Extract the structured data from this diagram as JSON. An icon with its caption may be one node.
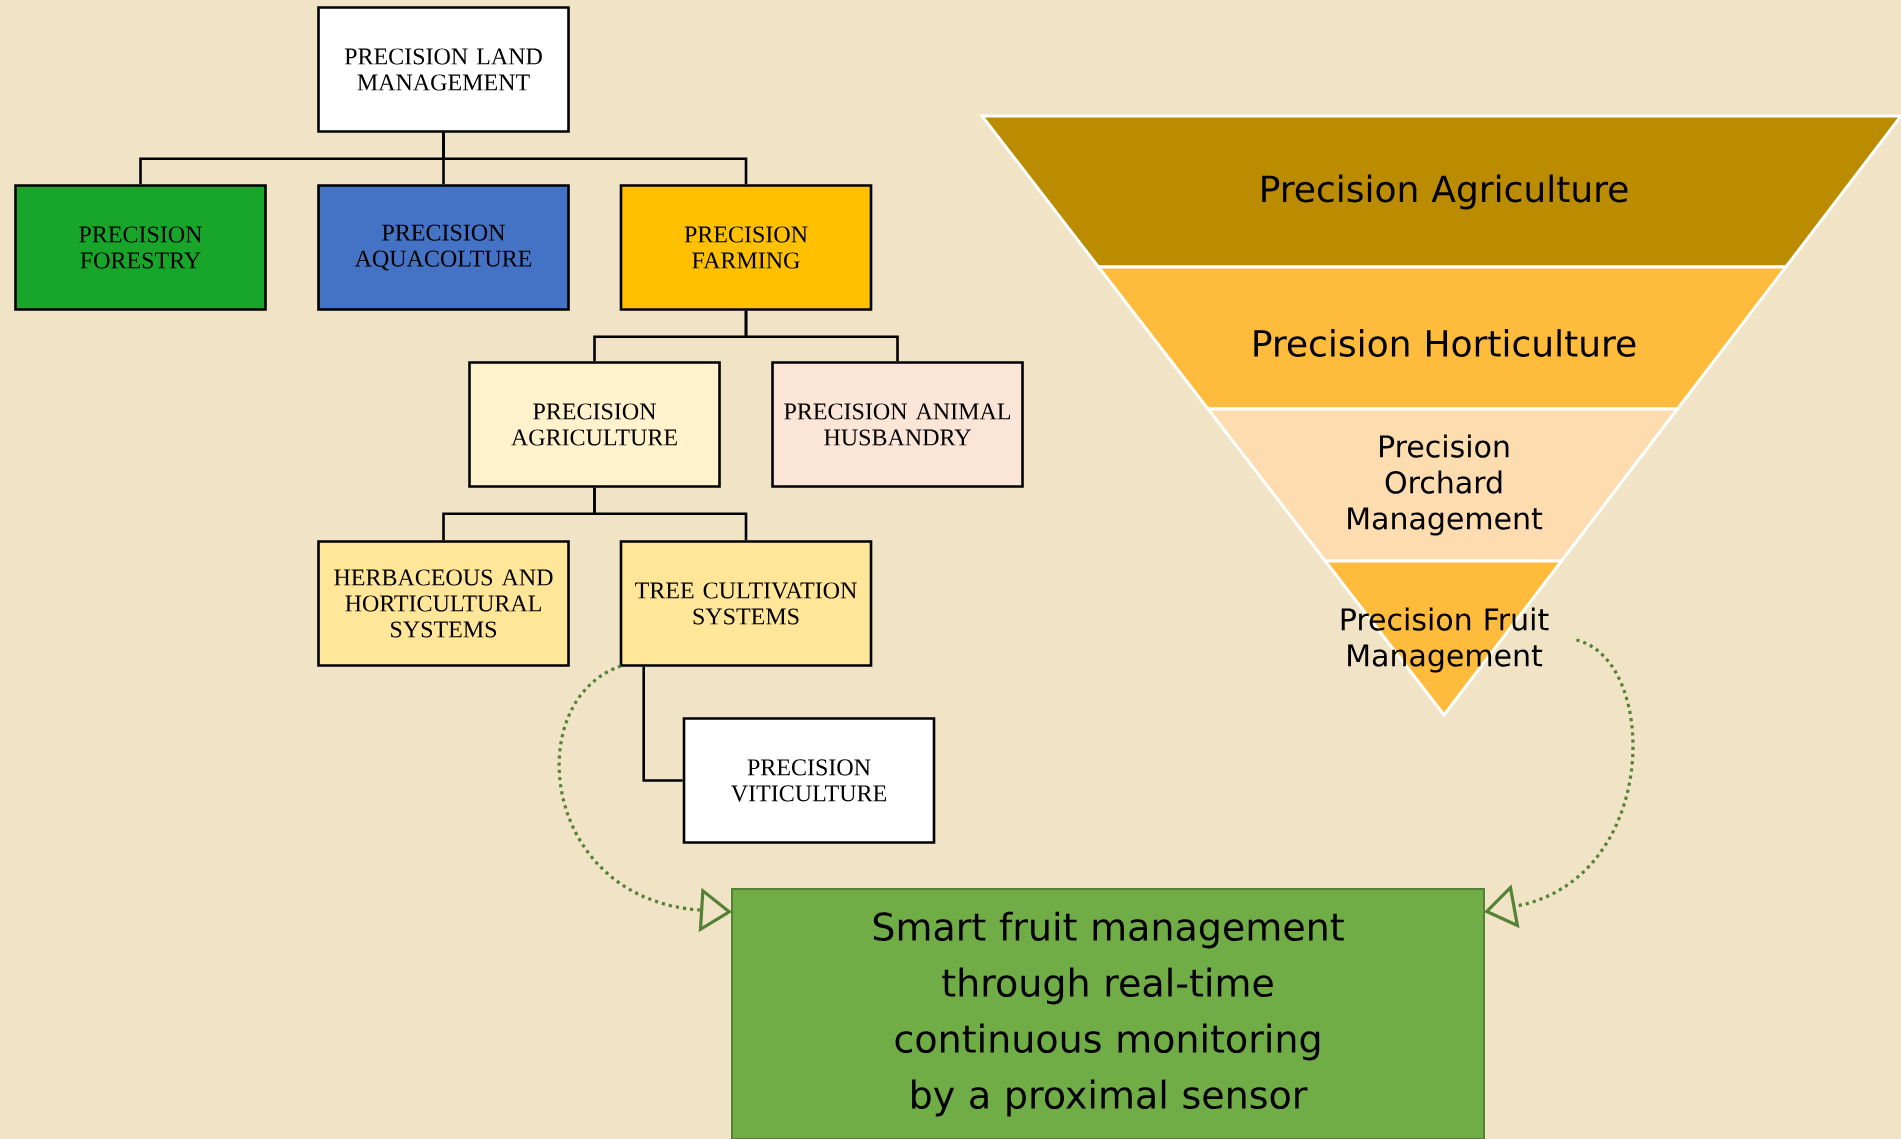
{
  "diagram": {
    "nodes": [
      {
        "text": [
          "PRECISION LAND MANAGEMENT"
        ]
      },
      {
        "text": [
          "PRECISION FORESTRY"
        ]
      },
      {
        "text": [
          "PRECISION AQUACOLTURE"
        ]
      },
      {
        "text": [
          "PRECISION FARMING"
        ]
      },
      {
        "text": [
          "PRECISION AGRICULTURE"
        ]
      },
      {
        "text": [
          "PRECISION ANIMAL HUSBANDRY"
        ]
      },
      {
        "text": [
          "HERBACEOUS AND HORTICULTURAL SYSTEMS"
        ]
      },
      {
        "text": [
          "TREE CULTIVATION SYSTEMS"
        ]
      },
      {
        "text": [
          "PRECISION VITICULTURE"
        ]
      },
      {
        "text": [
          "Precision Agriculture"
        ]
      },
      {
        "text": [
          "Precision Horticulture"
        ]
      },
      {
        "text": [
          "Precision Orchard Management"
        ]
      },
      {
        "text": [
          "Precision Fruit Management"
        ]
      },
      {
        "text": [
          "Smart fruit management through real-time continuous monitoring by a proximal sensor"
        ]
      }
    ],
    "edges": [
      {
        "from": 0,
        "to": 1,
        "arrow": "none"
      },
      {
        "from": 0,
        "to": 2,
        "arrow": "none"
      },
      {
        "from": 0,
        "to": 3,
        "arrow": "none"
      },
      {
        "from": 3,
        "to": 4,
        "arrow": "none"
      },
      {
        "from": 3,
        "to": 5,
        "arrow": "none"
      },
      {
        "from": 4,
        "to": 6,
        "arrow": "none"
      },
      {
        "from": 4,
        "to": 7,
        "arrow": "none"
      },
      {
        "from": 7,
        "to": 8,
        "arrow": "none"
      },
      {
        "from": 7,
        "to": 13,
        "arrow": "to",
        "style": "dashed",
        "color": "#548235"
      },
      {
        "from": 12,
        "to": 13,
        "arrow": "to",
        "style": "dashed",
        "color": "#548235"
      }
    ]
  }
}
